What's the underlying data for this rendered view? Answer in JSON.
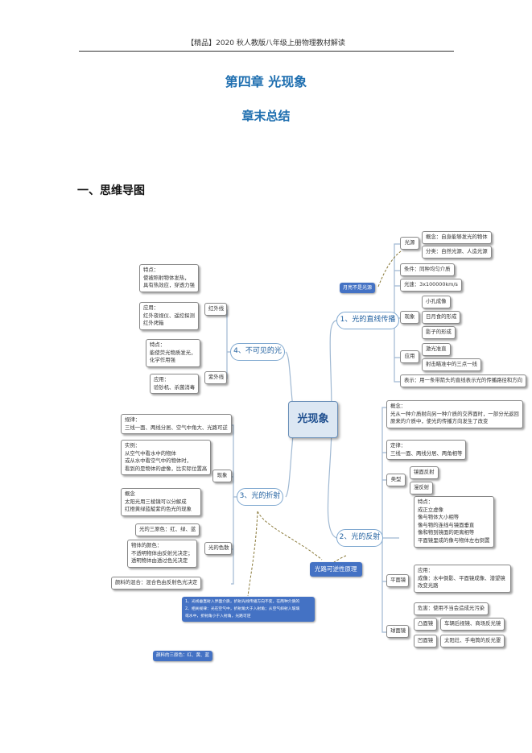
{
  "header": "【精品】2020 秋人教版八年级上册物理教材解读",
  "title": "第四章  光现象",
  "subtitle": "章末总结",
  "section": "一、思维导图",
  "mindmap": {
    "center": "光现象",
    "b1": {
      "label": "1、光的直线传播",
      "note": "月亮不是光源",
      "source_label": "光源",
      "source_concept": "概念：自身能够发光的物体",
      "source_types": "分类：自然光源、人造光源",
      "condition": "条件：同种均匀介质",
      "speed": "光速：3x100000km/s",
      "phen_label": "现象",
      "phen1": "小孔成像",
      "phen2": "日月食的形成",
      "phen3": "影子的形成",
      "app_label": "应用",
      "app1": "激光准直",
      "app2": "射击瞄准中的三点一线",
      "represent": "表示：用一条带箭头的直线表示光的传播路径和方向"
    },
    "b2": {
      "label": "2、光的反射",
      "concept": [
        "概念：",
        "光从一种介质射向另一种介质的交界面时，一部分光返回",
        "原来的介质中，使光的传播方向发生了改变"
      ],
      "law": [
        "定律：",
        "三线一面、两线分居、两角相等"
      ],
      "type_label": "类型",
      "type1": "镜面反射",
      "type2": "漫反射",
      "flat_label": "平面镜",
      "features": [
        "特点：",
        "成正立虚像",
        "像与物体大小相等",
        "像与物的连线与镜面垂直",
        "像和物到镜面的距离相等",
        "平面镜里成的像与物体左右倒置"
      ],
      "flat_app": [
        "应用：",
        "成像：水中倒影、平面镜成像、潜望镜",
        "改变光路"
      ],
      "harm": "危害：使用不当会造成光污染",
      "sphere_label": "球面镜",
      "convex": "凸面镜",
      "convex_use": "车辆后视镜、商场反光镜",
      "concave": "凹面镜",
      "concave_use": "太阳灶、手电筒的反光罩"
    },
    "b3": {
      "label": "3、光的折射",
      "rule": [
        "规律：",
        "三线一面、两线分居、空气中角大、光路可逆"
      ],
      "phen_label": "现象",
      "example": [
        "实例：",
        "从空气中看水中的物体",
        "或从水中看空气中的物体时，",
        "看到的是物体的虚像，比实际位置高"
      ],
      "disp_label": "光的色散",
      "disp_concept": [
        "概念",
        "太阳光用三棱镜可以分解成",
        "红橙黄绿蓝靛紫的色光的现象"
      ],
      "primaries": "光的三原色：红、绿、蓝",
      "object_color": [
        "物体的颜色：",
        "不透明物体由反射光决定；",
        "透明物体由透过色光决定"
      ],
      "pigment": "颜料的混合：混合色由反射色光决定"
    },
    "b4": {
      "label": "4、不可见的光",
      "ir_label": "红外线",
      "ir_feat": [
        "特点：",
        "使被照射物体发热，",
        "具有热效应，穿透力强"
      ],
      "ir_app": [
        "应用：",
        "红外夜视仪、遥控探测",
        "红外烤箱"
      ],
      "uv_label": "紫外线",
      "uv_feat": [
        "特点：",
        "能使荧光物质发光，",
        "化学作用强"
      ],
      "uv_app": [
        "应用：",
        "验钞机、杀菌消毒"
      ]
    },
    "reversible": "光路可逆性原理",
    "refraction_note": [
      "1、光线垂直射入界面介质，折射光线传播方向不变，在两种介质的",
      "2、相关规律：光在空气中，折射角大于入射角；从空气斜射入玻璃",
      "或水中，折射角小于入射角，光路可逆"
    ],
    "pigment_primaries": "颜料的三原色：红、黄、蓝"
  }
}
